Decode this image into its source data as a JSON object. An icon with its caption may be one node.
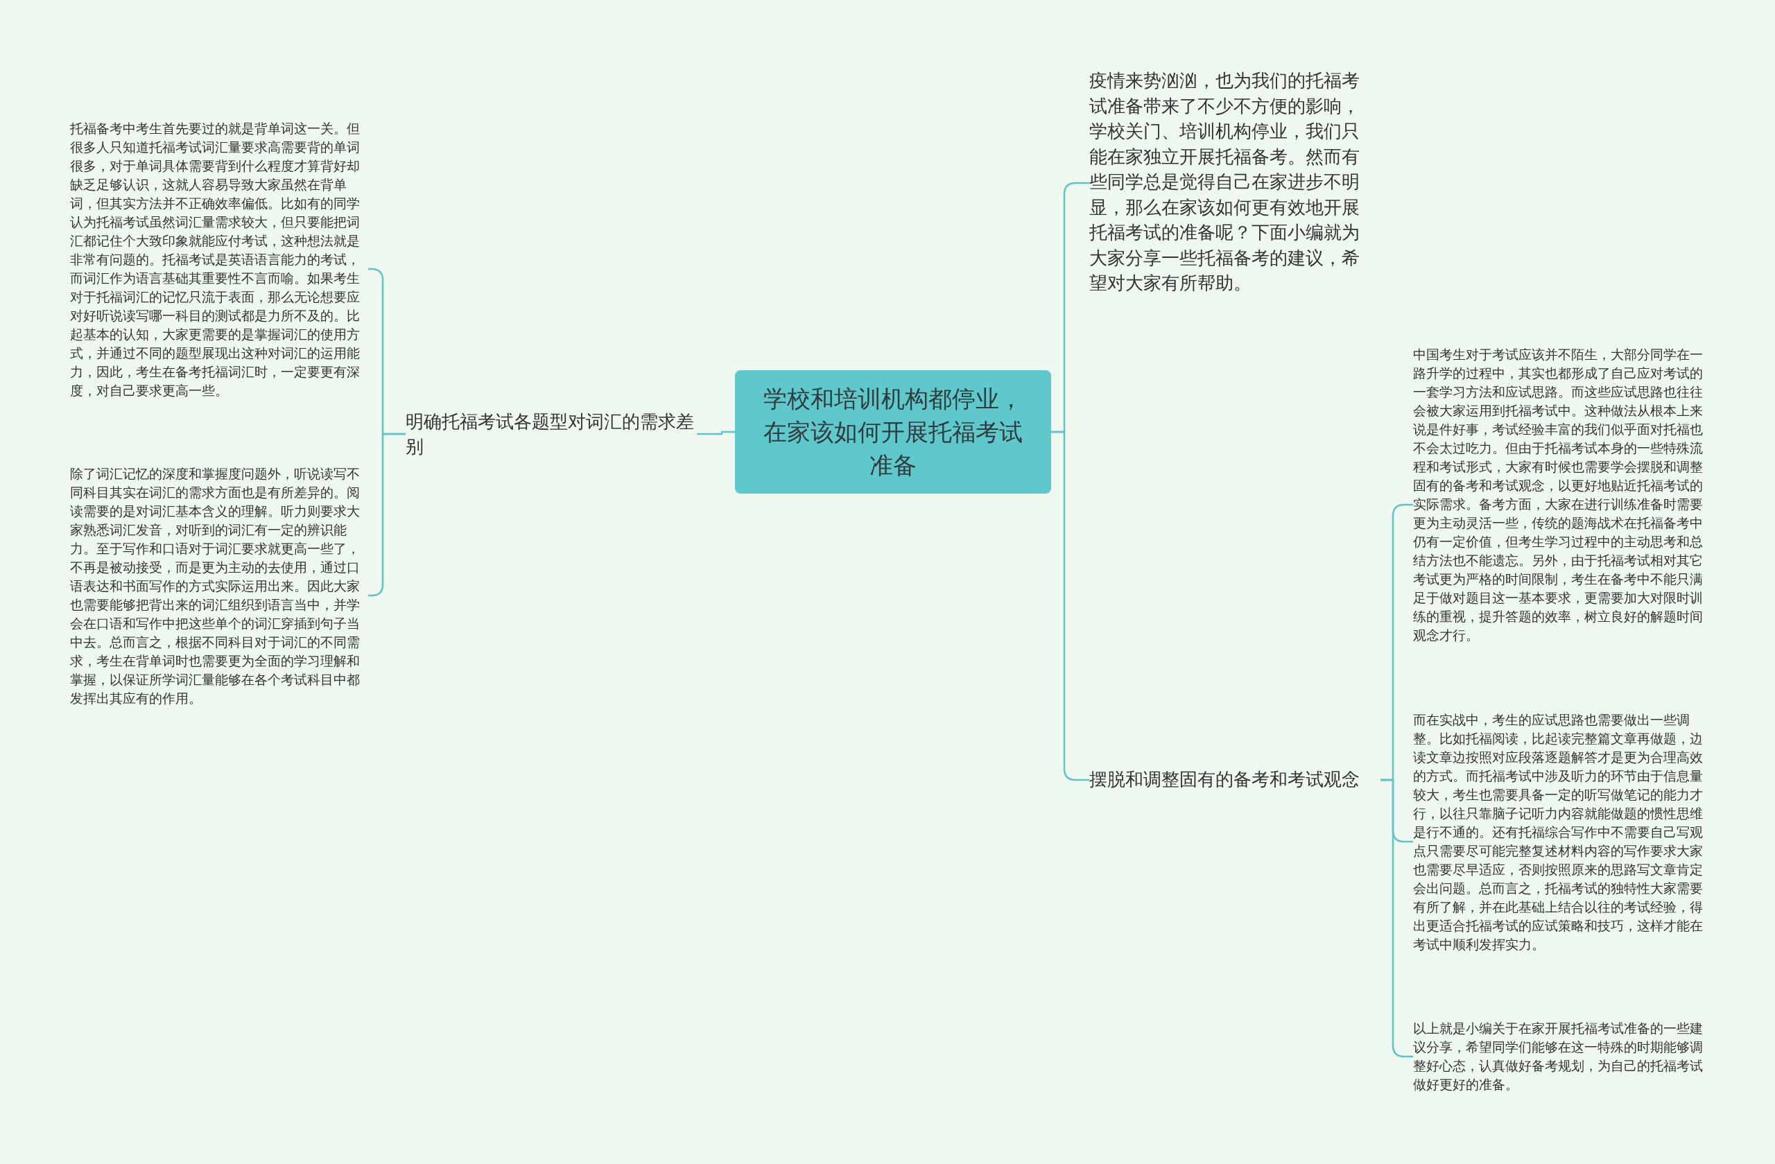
{
  "diagram": {
    "nodes": [
      {
        "text": [
          "学校和培训机构都停业，在家该如何开展托福考试准备"
        ]
      },
      {
        "text": [
          "明确托福考试各题型对词汇的需求差别"
        ]
      },
      {
        "text": [
          "托福备考中考生首先要过的就是背单词这一关。但很多人只知道托福考试词汇量要求高需要背的单词很多，对于单词具体需要背到什么程度才算背好却缺乏足够认识，这就人容易导致大家虽然在背单词，但其实方法并不正确效率偏低。比如有的同学认为托福考试虽然词汇量需求较大，但只要能把词汇都记住个大致印象就能应付考试，这种想法就是非常有问题的。托福考试是英语语言能力的考试，而词汇作为语言基础其重要性不言而喻。如果考生对于托福词汇的记忆只流于表面，那么无论想要应对好听说读写哪一科目的测试都是力所不及的。比起基本的认知，大家更需要的是掌握词汇的使用方式，并通过不同的题型展现出这种对词汇的运用能力，因此，考生在备考托福词汇时，一定要更有深度，对自己要求更高一些。"
        ]
      },
      {
        "text": [
          "除了词汇记忆的深度和掌握度问题外，听说读写不同科目其实在词汇的需求方面也是有所差异的。阅读需要的是对词汇基本含义的理解。听力则要求大家熟悉词汇发音，对听到的词汇有一定的辨识能力。至于写作和口语对于词汇要求就更高一些了，不再是被动接受，而是更为主动的去使用，通过口语表达和书面写作的方式实际运用出来。因此大家也需要能够把背出来的词汇组织到语言当中，并学会在口语和写作中把这些单个的词汇穿插到句子当中去。总而言之，根据不同科目对于词汇的不同需求，考生在背单词时也需要更为全面的学习理解和掌握，以保证所学词汇量能够在各个考试科目中都发挥出其应有的作用。"
        ]
      },
      {
        "text": [
          "疫情来势汹汹，也为我们的托福考试准备带来了不少不方便的影响，学校关门、培训机构停业，我们只能在家独立开展托福备考。然而有些同学总是觉得自己在家进步不明显，那么在家该如何更有效地开展托福考试的准备呢？下面小编就为大家分享一些托福备考的建议，希望对大家有所帮助。"
        ]
      },
      {
        "text": [
          "摆脱和调整固有的备考和考试观念"
        ]
      },
      {
        "text": [
          "中国考生对于考试应该并不陌生，大部分同学在一路升学的过程中，其实也都形成了自己应对考试的一套学习方法和应试思路。而这些应试思路也往往会被大家运用到托福考试中。这种做法从根本上来说是件好事，考试经验丰富的我们似乎面对托福也不会太过吃力。但由于托福考试本身的一些特殊流程和考试形式，大家有时候也需要学会摆脱和调整固有的备考和考试观念，以更好地贴近托福考试的实际需求。备考方面，大家在进行训练准备时需要更为主动灵活一些，传统的题海战术在托福备考中仍有一定价值，但考生学习过程中的主动思考和总结方法也不能遗忘。另外，由于托福考试相对其它考试更为严格的时间限制，考生在备考中不能只满足于做对题目这一基本要求，更需要加大对限时训练的重视，提升答题的效率，树立良好的解题时间观念才行。"
        ]
      },
      {
        "text": [
          "而在实战中，考生的应试思路也需要做出一些调整。比如托福阅读，比起读完整篇文章再做题，边读文章边按照对应段落逐题解答才是更为合理高效的方式。而托福考试中涉及听力的环节由于信息量较大，考生也需要具备一定的听写做笔记的能力才行，以往只靠脑子记听力内容就能做题的惯性思维是行不通的。还有托福综合写作中不需要自己写观点只需要尽可能完整复述材料内容的写作要求大家也需要尽早适应，否则按照原来的思路写文章肯定会出问题。总而言之，托福考试的独特性大家需要有所了解，并在此基础上结合以往的考试经验，得出更适合托福考试的应试策略和技巧，这样才能在考试中顺利发挥实力。"
        ]
      },
      {
        "text": [
          "以上就是小编关于在家开展托福考试准备的一些建议分享，希望同学们能够在这一特殊的时期能够调整好心态，认真做好备考规划，为自己的托福考试做好更好的准备。"
        ]
      }
    ],
    "edges": [
      {
        "from": 0,
        "to": 1,
        "arrow": "none"
      },
      {
        "from": 1,
        "to": 2,
        "arrow": "none"
      },
      {
        "from": 1,
        "to": 3,
        "arrow": "none"
      },
      {
        "from": 0,
        "to": 4,
        "arrow": "none"
      },
      {
        "from": 0,
        "to": 5,
        "arrow": "none"
      },
      {
        "from": 5,
        "to": 6,
        "arrow": "none"
      },
      {
        "from": 5,
        "to": 7,
        "arrow": "none"
      },
      {
        "from": 5,
        "to": 8,
        "arrow": "none"
      }
    ]
  }
}
